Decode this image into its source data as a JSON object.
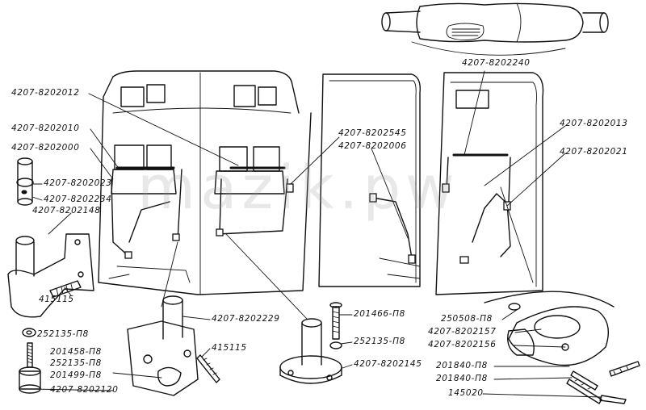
{
  "watermark": "mazik.pw",
  "labels": {
    "l1": "4207-8202240",
    "l2": "4207-8202012",
    "l3": "4207-8202010",
    "l4": "4207-8202000",
    "l5": "4207-8202023",
    "l6": "4207-8202234",
    "l7": "4207-8202148",
    "l8": "4207-8202545",
    "l9": "4207-8202006",
    "l10": "4207-8202013",
    "l11": "4207-8202021",
    "l12": "415115",
    "l13": "252135-П8",
    "l14": "201458-П8",
    "l15": "252135-П8",
    "l16": "201499-П8",
    "l17": "4207-8202120",
    "l18": "4207-8202229",
    "l19": "415115",
    "l20": "201466-П8",
    "l21": "252135-П8",
    "l22": "4207-8202145",
    "l23": "250508-П8",
    "l24": "4207-8202157",
    "l25": "4207-8202156",
    "l26": "201840-П8",
    "l27": "201840-П8",
    "l28": "145020"
  }
}
